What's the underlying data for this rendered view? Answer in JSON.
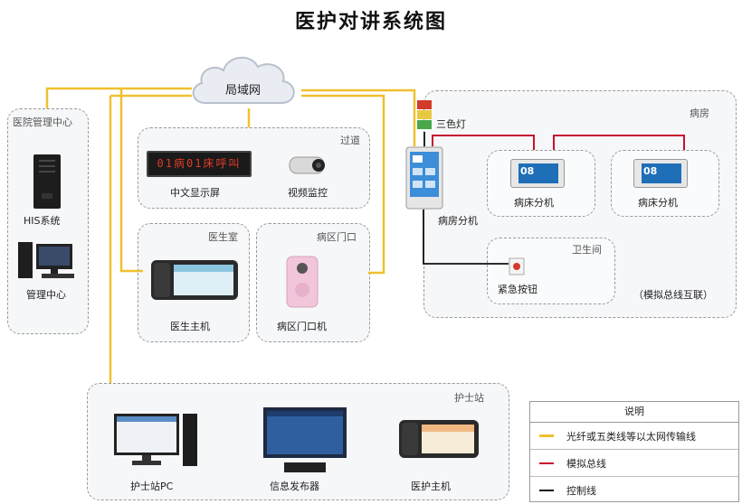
{
  "title": "医护对讲系统图",
  "cloud": {
    "label": "局域网"
  },
  "zones": {
    "hospital_mgmt": "医院管理中心",
    "corridor": "过道",
    "doctor_room": "医生室",
    "ward_gate": "病区门口",
    "ward": "病房",
    "bathroom": "卫生间",
    "nurse_station": "护士站"
  },
  "devices": {
    "his": "HIS系统",
    "mgmt_center": "管理中心",
    "led_display": "中文显示屏",
    "led_text": "01病01床呼叫",
    "camera": "视频监控",
    "doctor_host": "医生主机",
    "gate_unit": "病区门口机",
    "three_color_lamp": "三色灯",
    "room_unit": "病房分机",
    "bed_unit_1": "病床分机",
    "bed_unit_2": "病床分机",
    "emergency_button": "紧急按钮",
    "analog_note": "（模拟总线互联）",
    "nurse_pc": "护士站PC",
    "info_board": "信息发布器",
    "nurse_host": "医护主机",
    "bed_screen_number": "08"
  },
  "legend": {
    "title": "说明",
    "items": [
      {
        "label": "光纤或五类线等以太网传输线",
        "color": "#f0c030"
      },
      {
        "label": "模拟总线",
        "color": "#c8102e"
      },
      {
        "label": "控制线",
        "color": "#111111"
      }
    ]
  }
}
